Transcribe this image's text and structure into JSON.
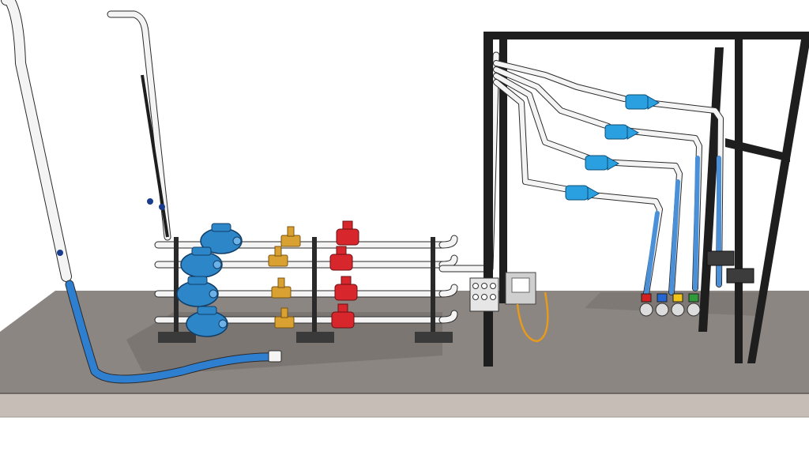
{
  "scene": {
    "subject": "industrial-pipe-skid-3d-render",
    "colors": {
      "background": "#ffffff",
      "floor_top": "#8c8682",
      "floor_front": "#c6bdb7",
      "floor_shadow": "#6f6a66",
      "pipe_white": "#f4f4f4",
      "pipe_outline": "#2a2a2a",
      "pipe_blue": "#4a90d9",
      "hose_blue": "#2f7fd1",
      "meter_blue": "#2c86c8",
      "filter_gold": "#d9a032",
      "valve_red": "#d8272c",
      "frame_black": "#1e1e1e",
      "panel_grey": "#cfcfcf",
      "cable_orange": "#e79a1c",
      "cap_red": "#d42020",
      "cap_blue": "#2466d6",
      "cap_yellow": "#f0c419",
      "cap_green": "#2f9a3a"
    },
    "components": {
      "flow_meters_blue": 4,
      "filters_gold": 4,
      "control_valves_red": 4,
      "ceiling_nozzles_blue": 4,
      "dispense_hoses": 4,
      "vertical_stacks": 2
    }
  }
}
